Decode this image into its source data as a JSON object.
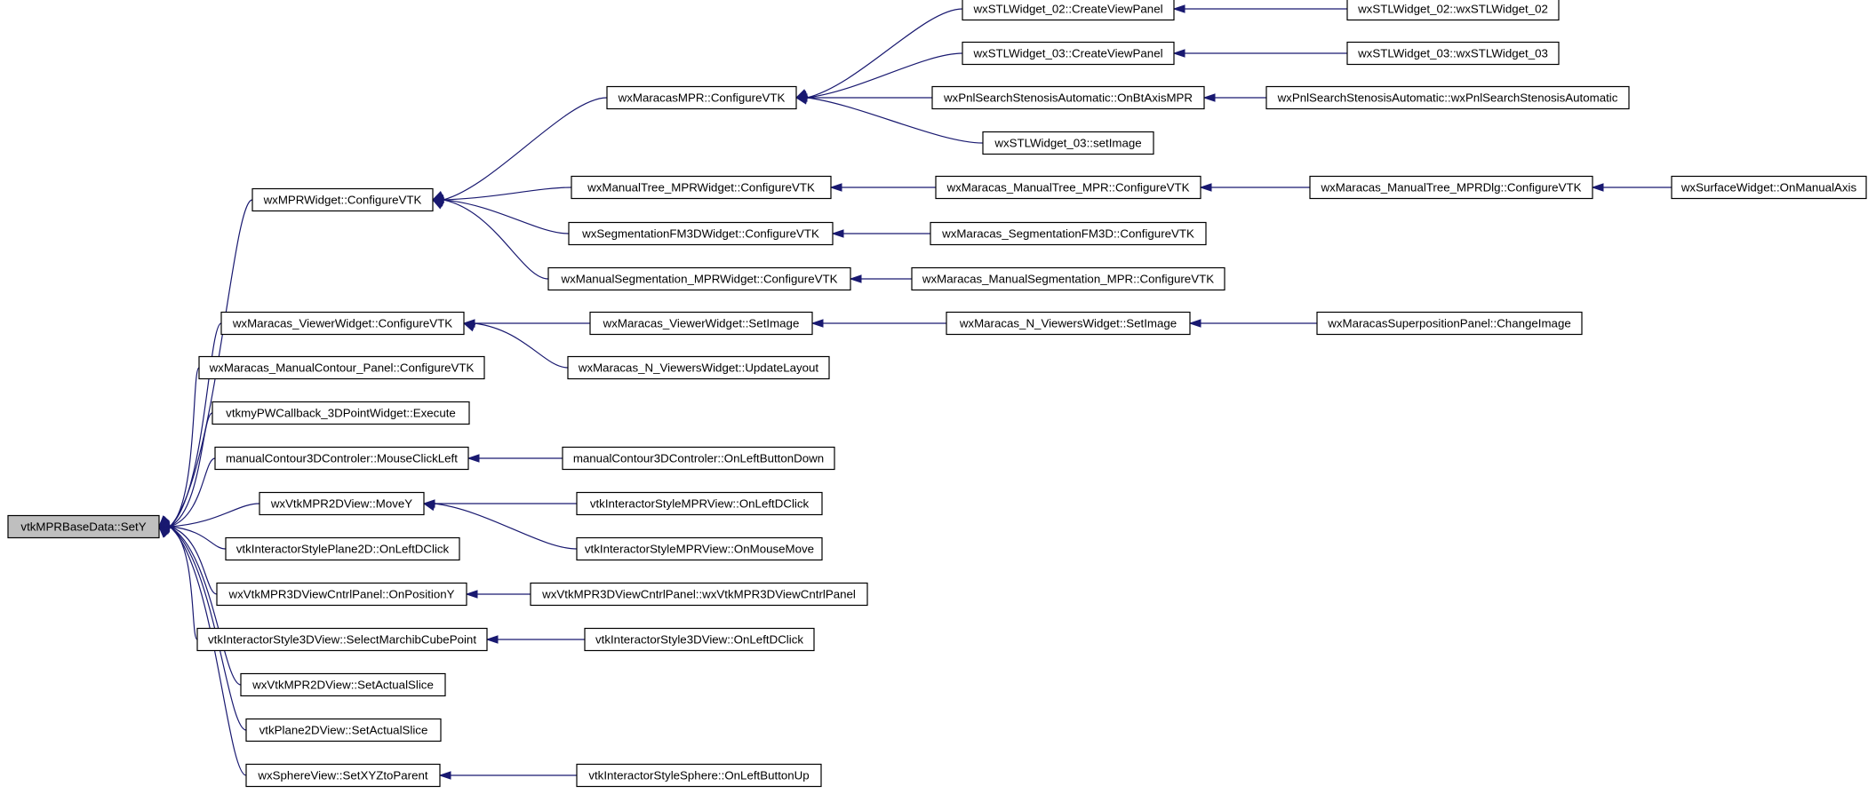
{
  "colors": {
    "edge": "#191970",
    "node_fill": "#ffffff",
    "root_fill": "#bfbfbf",
    "border": "#000000"
  },
  "nodes": [
    {
      "id": "root",
      "label": "vtkMPRBaseData::SetY"
    },
    {
      "id": "mprWidgetConfig",
      "label": "wxMPRWidget::ConfigureVTK"
    },
    {
      "id": "viewerWidgetConfig",
      "label": "wxMaracas_ViewerWidget::ConfigureVTK"
    },
    {
      "id": "manualContourPanelConfig",
      "label": "wxMaracas_ManualContour_Panel::ConfigureVTK"
    },
    {
      "id": "pwCallbackExecute",
      "label": "vtkmyPWCallback_3DPointWidget::Execute"
    },
    {
      "id": "mouseClickLeft",
      "label": "manualContour3DControler::MouseClickLeft"
    },
    {
      "id": "moveY",
      "label": "wxVtkMPR2DView::MoveY"
    },
    {
      "id": "plane2dLeftDClick",
      "label": "vtkInteractorStylePlane2D::OnLeftDClick"
    },
    {
      "id": "onPositionY",
      "label": "wxVtkMPR3DViewCntrlPanel::OnPositionY"
    },
    {
      "id": "selectMarchib",
      "label": "vtkInteractorStyle3DView::SelectMarchibCubePoint"
    },
    {
      "id": "mpr2dSetActualSlice",
      "label": "wxVtkMPR2DView::SetActualSlice"
    },
    {
      "id": "plane2dSetActualSlice",
      "label": "vtkPlane2DView::SetActualSlice"
    },
    {
      "id": "sphereSetXYZ",
      "label": "wxSphereView::SetXYZtoParent"
    },
    {
      "id": "maracasMprConfig",
      "label": "wxMaracasMPR::ConfigureVTK"
    },
    {
      "id": "manualTreeMprWidgetConfig",
      "label": "wxManualTree_MPRWidget::ConfigureVTK"
    },
    {
      "id": "segFm3dWidgetConfig",
      "label": "wxSegmentationFM3DWidget::ConfigureVTK"
    },
    {
      "id": "manualSegMprWidgetConfig",
      "label": "wxManualSegmentation_MPRWidget::ConfigureVTK"
    },
    {
      "id": "stl02CreateView",
      "label": "wxSTLWidget_02::CreateViewPanel"
    },
    {
      "id": "stl03CreateView",
      "label": "wxSTLWidget_03::CreateViewPanel"
    },
    {
      "id": "pnlSearchOnBtAxis",
      "label": "wxPnlSearchStenosisAutomatic::OnBtAxisMPR"
    },
    {
      "id": "stl03SetImage",
      "label": "wxSTLWidget_03::setImage"
    },
    {
      "id": "stl02Ctor",
      "label": "wxSTLWidget_02::wxSTLWidget_02"
    },
    {
      "id": "stl03Ctor",
      "label": "wxSTLWidget_03::wxSTLWidget_03"
    },
    {
      "id": "pnlSearchCtor",
      "label": "wxPnlSearchStenosisAutomatic::wxPnlSearchStenosisAutomatic"
    },
    {
      "id": "maracasManualTreeMprConfig",
      "label": "wxMaracas_ManualTree_MPR::ConfigureVTK"
    },
    {
      "id": "manualTreeMprDlgConfig",
      "label": "wxMaracas_ManualTree_MPRDlg::ConfigureVTK"
    },
    {
      "id": "surfaceOnManualAxis",
      "label": "wxSurfaceWidget::OnManualAxis"
    },
    {
      "id": "maracasSegFm3dConfig",
      "label": "wxMaracas_SegmentationFM3D::ConfigureVTK"
    },
    {
      "id": "maracasManualSegMprConfig",
      "label": "wxMaracas_ManualSegmentation_MPR::ConfigureVTK"
    },
    {
      "id": "viewerWidgetSetImage",
      "label": "wxMaracas_ViewerWidget::SetImage"
    },
    {
      "id": "nViewersUpdateLayout",
      "label": "wxMaracas_N_ViewersWidget::UpdateLayout"
    },
    {
      "id": "nViewersSetImage",
      "label": "wxMaracas_N_ViewersWidget::SetImage"
    },
    {
      "id": "superpositionChangeImage",
      "label": "wxMaracasSuperpositionPanel::ChangeImage"
    },
    {
      "id": "onLeftButtonDown",
      "label": "manualContour3DControler::OnLeftButtonDown"
    },
    {
      "id": "mprViewLeftDClick",
      "label": "vtkInteractorStyleMPRView::OnLeftDClick"
    },
    {
      "id": "mprViewMouseMove",
      "label": "vtkInteractorStyleMPRView::OnMouseMove"
    },
    {
      "id": "cntrlPanelCtor",
      "label": "wxVtkMPR3DViewCntrlPanel::wxVtkMPR3DViewCntrlPanel"
    },
    {
      "id": "style3dLeftDClick",
      "label": "vtkInteractorStyle3DView::OnLeftDClick"
    },
    {
      "id": "sphereLeftButtonUp",
      "label": "vtkInteractorStyleSphere::OnLeftButtonUp"
    }
  ],
  "edges": [
    {
      "from": "mprWidgetConfig",
      "to": "root"
    },
    {
      "from": "viewerWidgetConfig",
      "to": "root"
    },
    {
      "from": "manualContourPanelConfig",
      "to": "root"
    },
    {
      "from": "pwCallbackExecute",
      "to": "root"
    },
    {
      "from": "mouseClickLeft",
      "to": "root"
    },
    {
      "from": "moveY",
      "to": "root"
    },
    {
      "from": "plane2dLeftDClick",
      "to": "root"
    },
    {
      "from": "onPositionY",
      "to": "root"
    },
    {
      "from": "selectMarchib",
      "to": "root"
    },
    {
      "from": "mpr2dSetActualSlice",
      "to": "root"
    },
    {
      "from": "plane2dSetActualSlice",
      "to": "root"
    },
    {
      "from": "sphereSetXYZ",
      "to": "root"
    },
    {
      "from": "maracasMprConfig",
      "to": "mprWidgetConfig"
    },
    {
      "from": "manualTreeMprWidgetConfig",
      "to": "mprWidgetConfig"
    },
    {
      "from": "segFm3dWidgetConfig",
      "to": "mprWidgetConfig"
    },
    {
      "from": "manualSegMprWidgetConfig",
      "to": "mprWidgetConfig"
    },
    {
      "from": "stl02CreateView",
      "to": "maracasMprConfig"
    },
    {
      "from": "stl03CreateView",
      "to": "maracasMprConfig"
    },
    {
      "from": "pnlSearchOnBtAxis",
      "to": "maracasMprConfig"
    },
    {
      "from": "stl03SetImage",
      "to": "maracasMprConfig"
    },
    {
      "from": "stl02Ctor",
      "to": "stl02CreateView"
    },
    {
      "from": "stl03Ctor",
      "to": "stl03CreateView"
    },
    {
      "from": "pnlSearchCtor",
      "to": "pnlSearchOnBtAxis"
    },
    {
      "from": "maracasManualTreeMprConfig",
      "to": "manualTreeMprWidgetConfig"
    },
    {
      "from": "manualTreeMprDlgConfig",
      "to": "maracasManualTreeMprConfig"
    },
    {
      "from": "surfaceOnManualAxis",
      "to": "manualTreeMprDlgConfig"
    },
    {
      "from": "maracasSegFm3dConfig",
      "to": "segFm3dWidgetConfig"
    },
    {
      "from": "maracasManualSegMprConfig",
      "to": "manualSegMprWidgetConfig"
    },
    {
      "from": "viewerWidgetSetImage",
      "to": "viewerWidgetConfig"
    },
    {
      "from": "nViewersUpdateLayout",
      "to": "viewerWidgetConfig"
    },
    {
      "from": "nViewersSetImage",
      "to": "viewerWidgetSetImage"
    },
    {
      "from": "superpositionChangeImage",
      "to": "nViewersSetImage"
    },
    {
      "from": "onLeftButtonDown",
      "to": "mouseClickLeft"
    },
    {
      "from": "mprViewLeftDClick",
      "to": "moveY"
    },
    {
      "from": "mprViewMouseMove",
      "to": "moveY"
    },
    {
      "from": "cntrlPanelCtor",
      "to": "onPositionY"
    },
    {
      "from": "style3dLeftDClick",
      "to": "selectMarchib"
    },
    {
      "from": "sphereLeftButtonUp",
      "to": "sphereSetXYZ"
    }
  ]
}
